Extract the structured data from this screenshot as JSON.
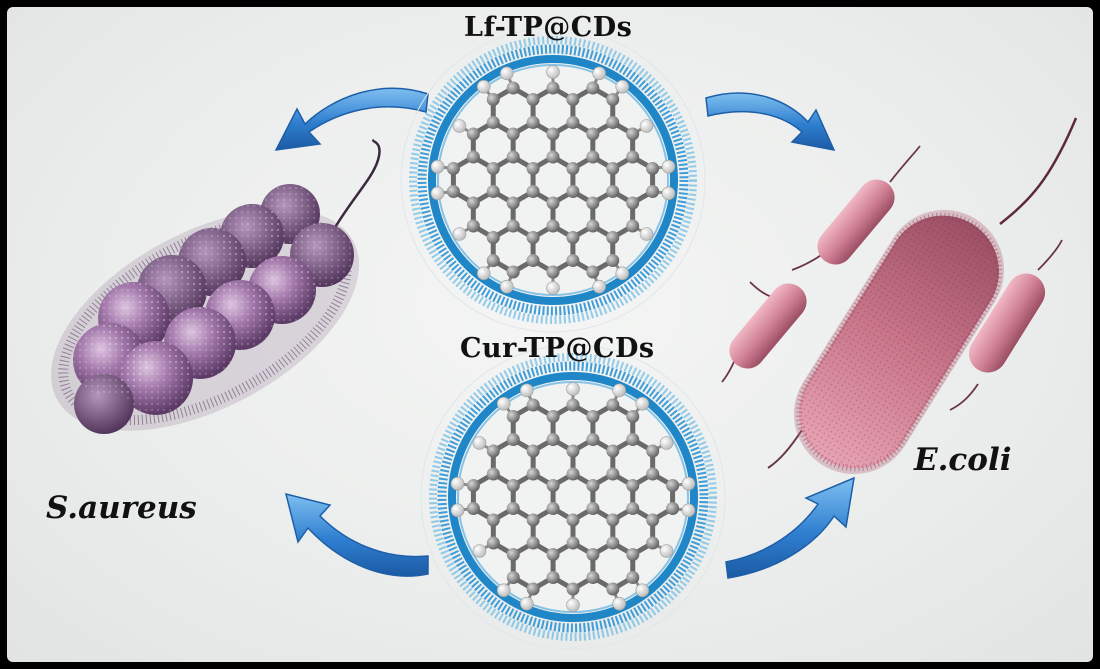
{
  "labels": {
    "top_dot": "Lf-TP@CDs",
    "bottom_dot": "Cur-TP@CDs",
    "left_bacterium": "S.aureus",
    "right_bacterium": "E.coli"
  },
  "colors": {
    "arrow_blue": "#2f7fd0",
    "ring_blue": "#2b8fd0",
    "carbon_gray": "#7b7b7b",
    "s_aureus_purple": "#8a5f94",
    "e_coli_pink": "#c57a8e"
  }
}
